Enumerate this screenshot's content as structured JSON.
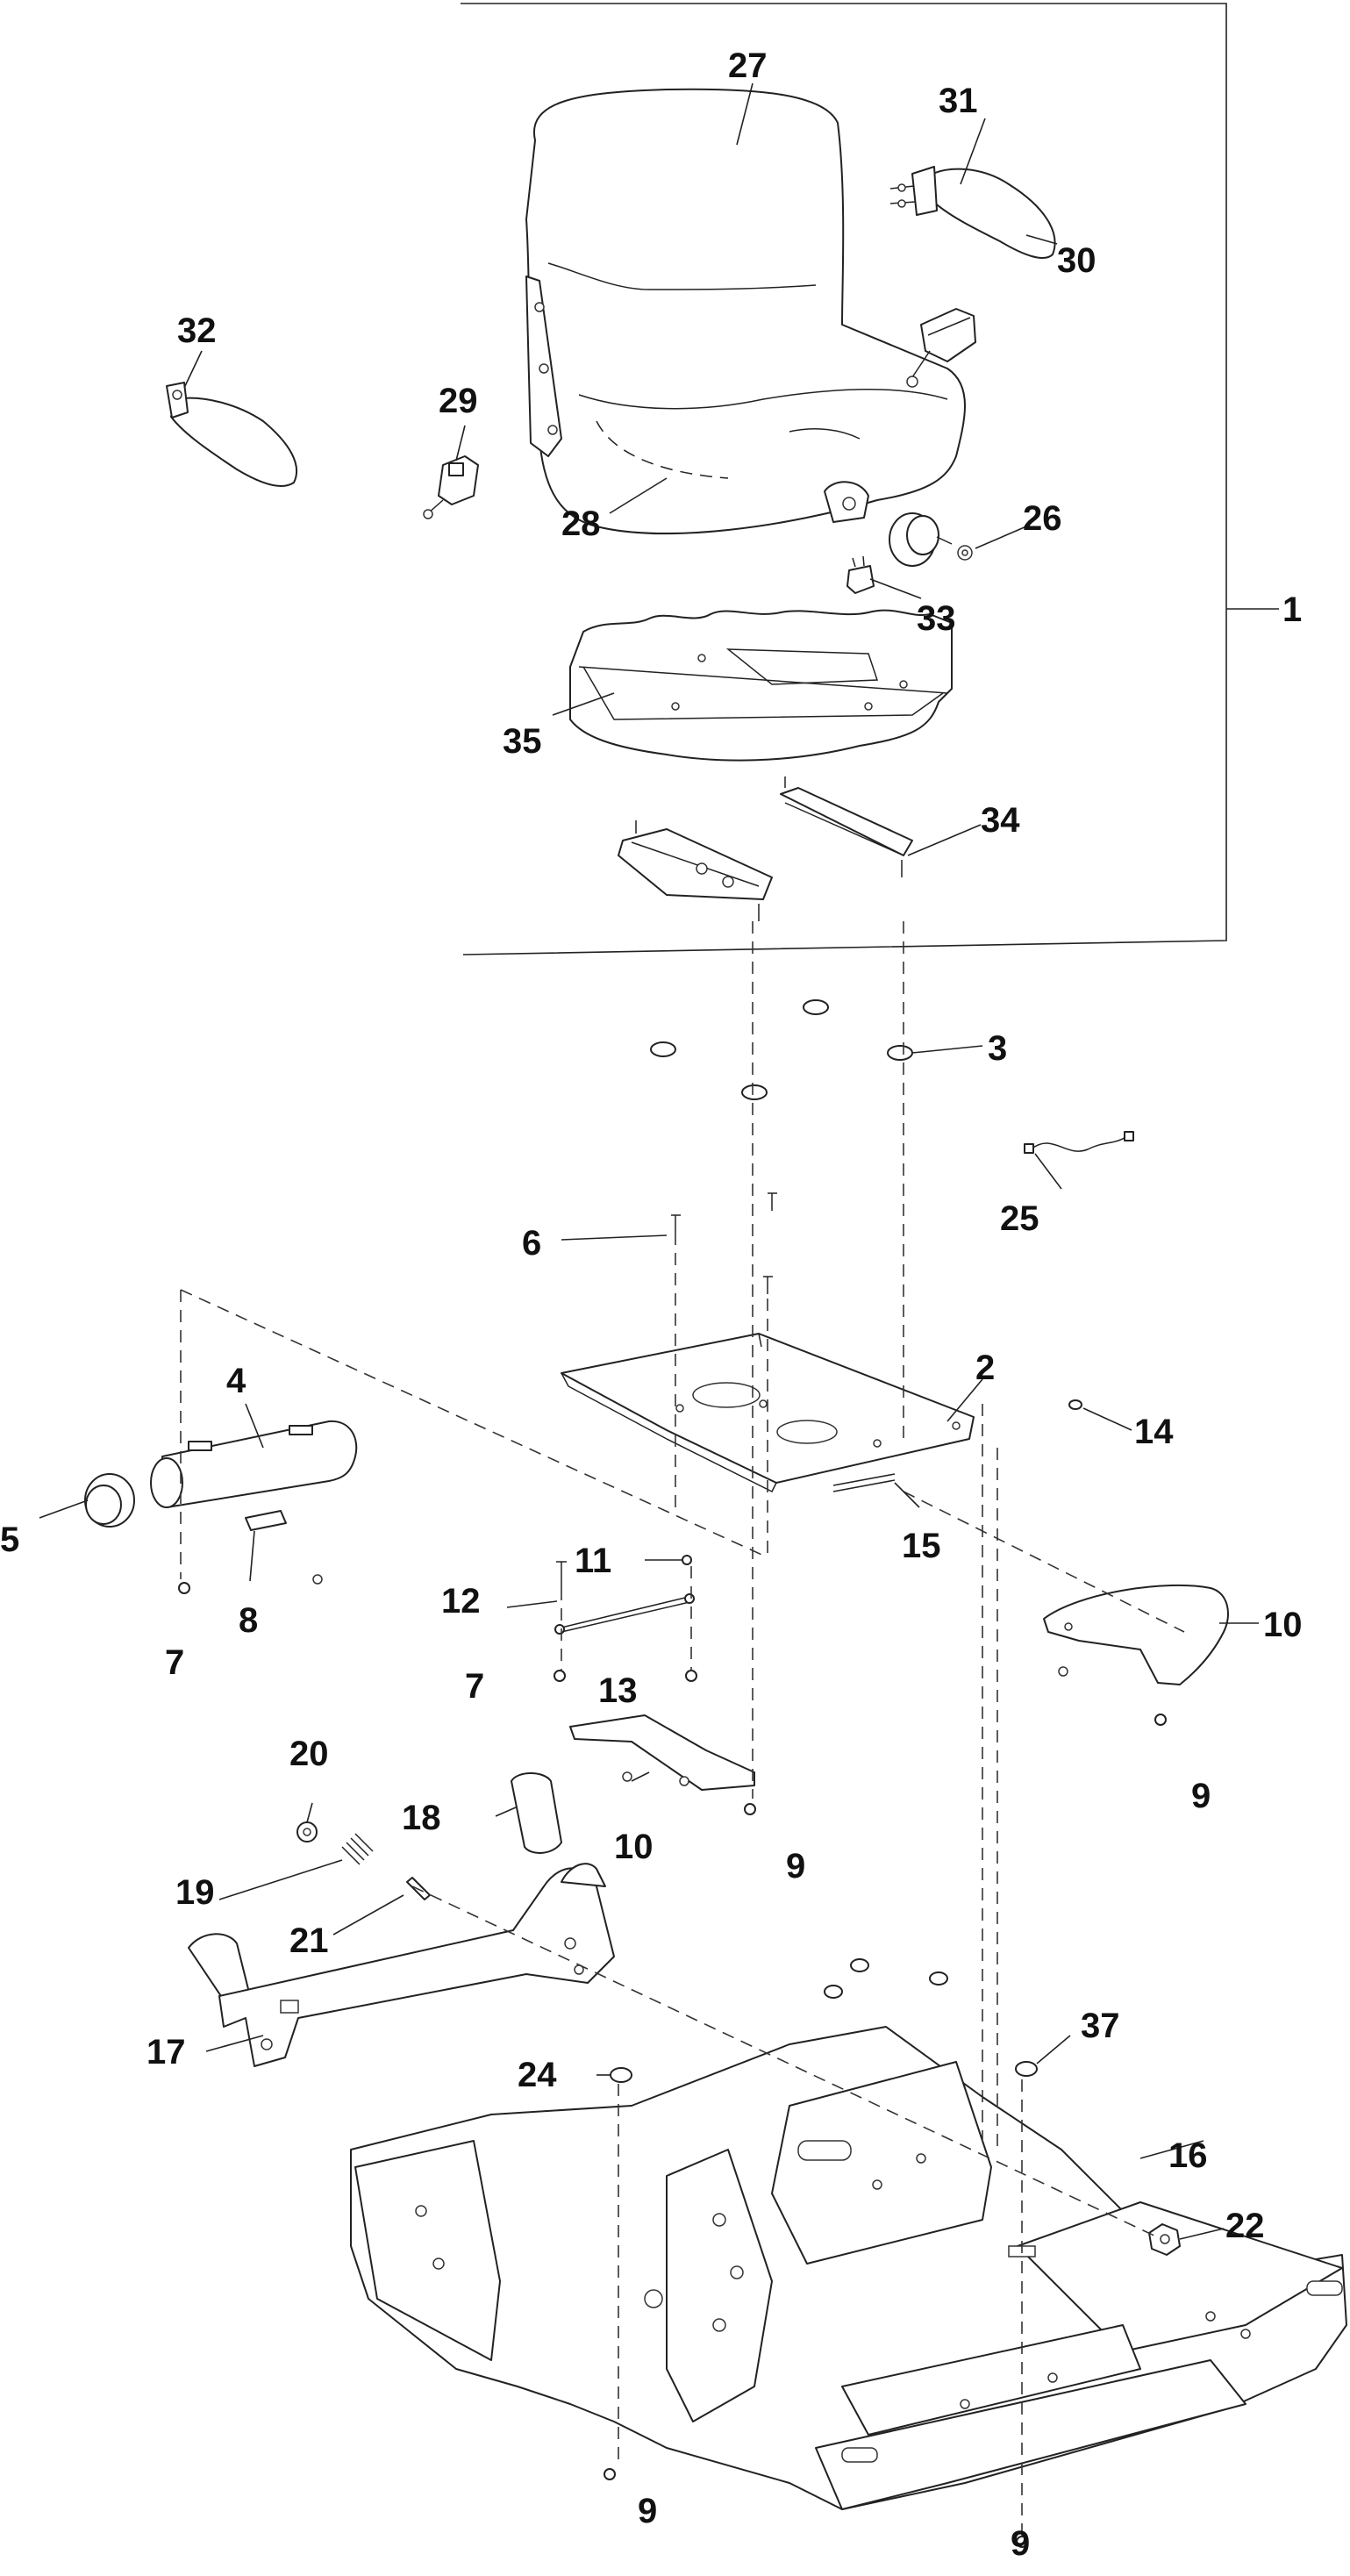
{
  "diagram": {
    "type": "exploded-parts-diagram",
    "callouts": [
      {
        "key": "c1",
        "label": "1"
      },
      {
        "key": "c2",
        "label": "2"
      },
      {
        "key": "c3",
        "label": "3"
      },
      {
        "key": "c4",
        "label": "4"
      },
      {
        "key": "c5",
        "label": "5"
      },
      {
        "key": "c6",
        "label": "6"
      },
      {
        "key": "c7a",
        "label": "7"
      },
      {
        "key": "c7b",
        "label": "7"
      },
      {
        "key": "c8",
        "label": "8"
      },
      {
        "key": "c9a",
        "label": "9"
      },
      {
        "key": "c9b",
        "label": "9"
      },
      {
        "key": "c9c",
        "label": "9"
      },
      {
        "key": "c9d",
        "label": "9"
      },
      {
        "key": "c10a",
        "label": "10"
      },
      {
        "key": "c10b",
        "label": "10"
      },
      {
        "key": "c11",
        "label": "11"
      },
      {
        "key": "c12",
        "label": "12"
      },
      {
        "key": "c13",
        "label": "13"
      },
      {
        "key": "c14",
        "label": "14"
      },
      {
        "key": "c15",
        "label": "15"
      },
      {
        "key": "c16",
        "label": "16"
      },
      {
        "key": "c17",
        "label": "17"
      },
      {
        "key": "c18",
        "label": "18"
      },
      {
        "key": "c19",
        "label": "19"
      },
      {
        "key": "c20",
        "label": "20"
      },
      {
        "key": "c21",
        "label": "21"
      },
      {
        "key": "c22",
        "label": "22"
      },
      {
        "key": "c24",
        "label": "24"
      },
      {
        "key": "c25",
        "label": "25"
      },
      {
        "key": "c26",
        "label": "26"
      },
      {
        "key": "c27",
        "label": "27"
      },
      {
        "key": "c28",
        "label": "28"
      },
      {
        "key": "c29",
        "label": "29"
      },
      {
        "key": "c30",
        "label": "30"
      },
      {
        "key": "c31",
        "label": "31"
      },
      {
        "key": "c32",
        "label": "32"
      },
      {
        "key": "c33",
        "label": "33"
      },
      {
        "key": "c34",
        "label": "34"
      },
      {
        "key": "c35",
        "label": "35"
      },
      {
        "key": "c37",
        "label": "37"
      }
    ]
  }
}
